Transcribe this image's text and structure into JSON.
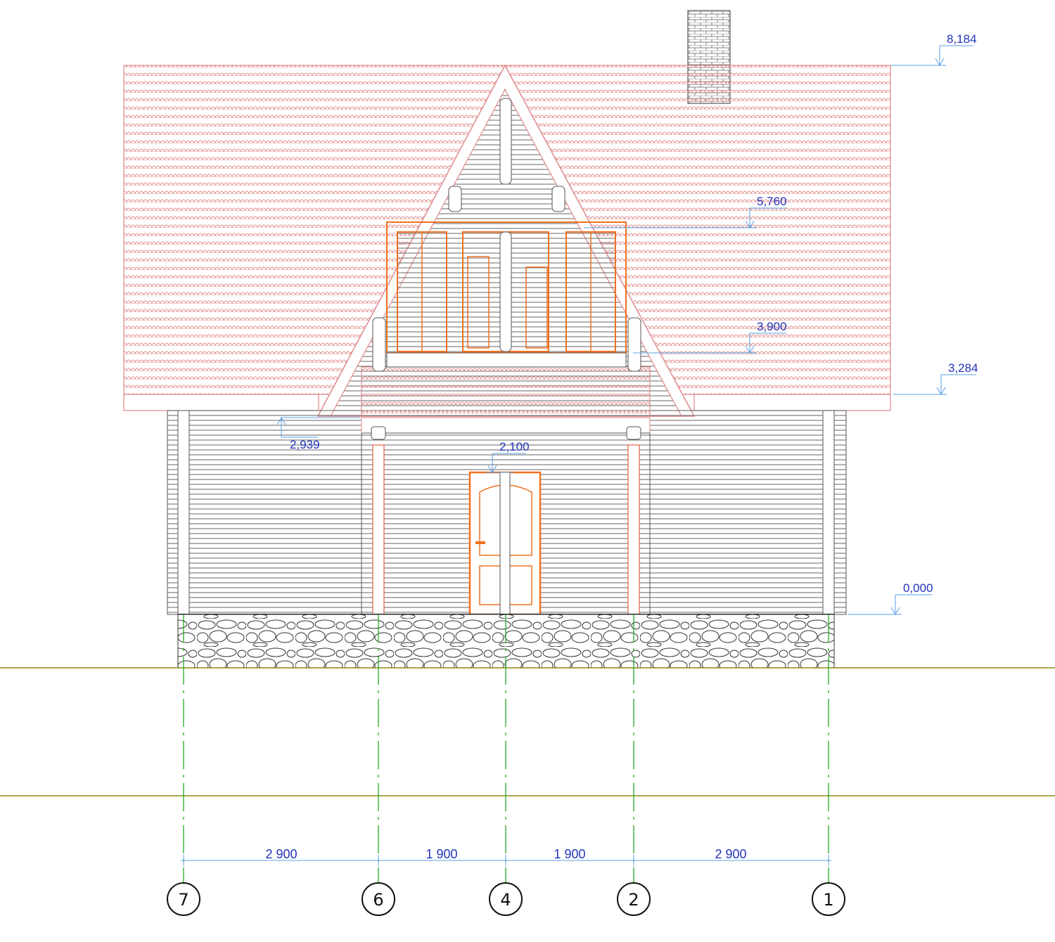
{
  "drawing": {
    "elevation_marks": [
      "8,184",
      "5,760",
      "3,900",
      "3,284",
      "2,939",
      "2,100",
      "0,000"
    ],
    "dimensions": [
      "2 900",
      "1 900",
      "1 900",
      "2 900"
    ],
    "axes": [
      "7",
      "6",
      "4",
      "2",
      "1"
    ]
  },
  "colors": {
    "roof": "#e08a8a",
    "log": "#666666",
    "frame": "#f07020",
    "dimension": "#5aa0e6",
    "axis_line": "#22aa22",
    "ground": "#8a8a10",
    "text": "#2233bb"
  }
}
